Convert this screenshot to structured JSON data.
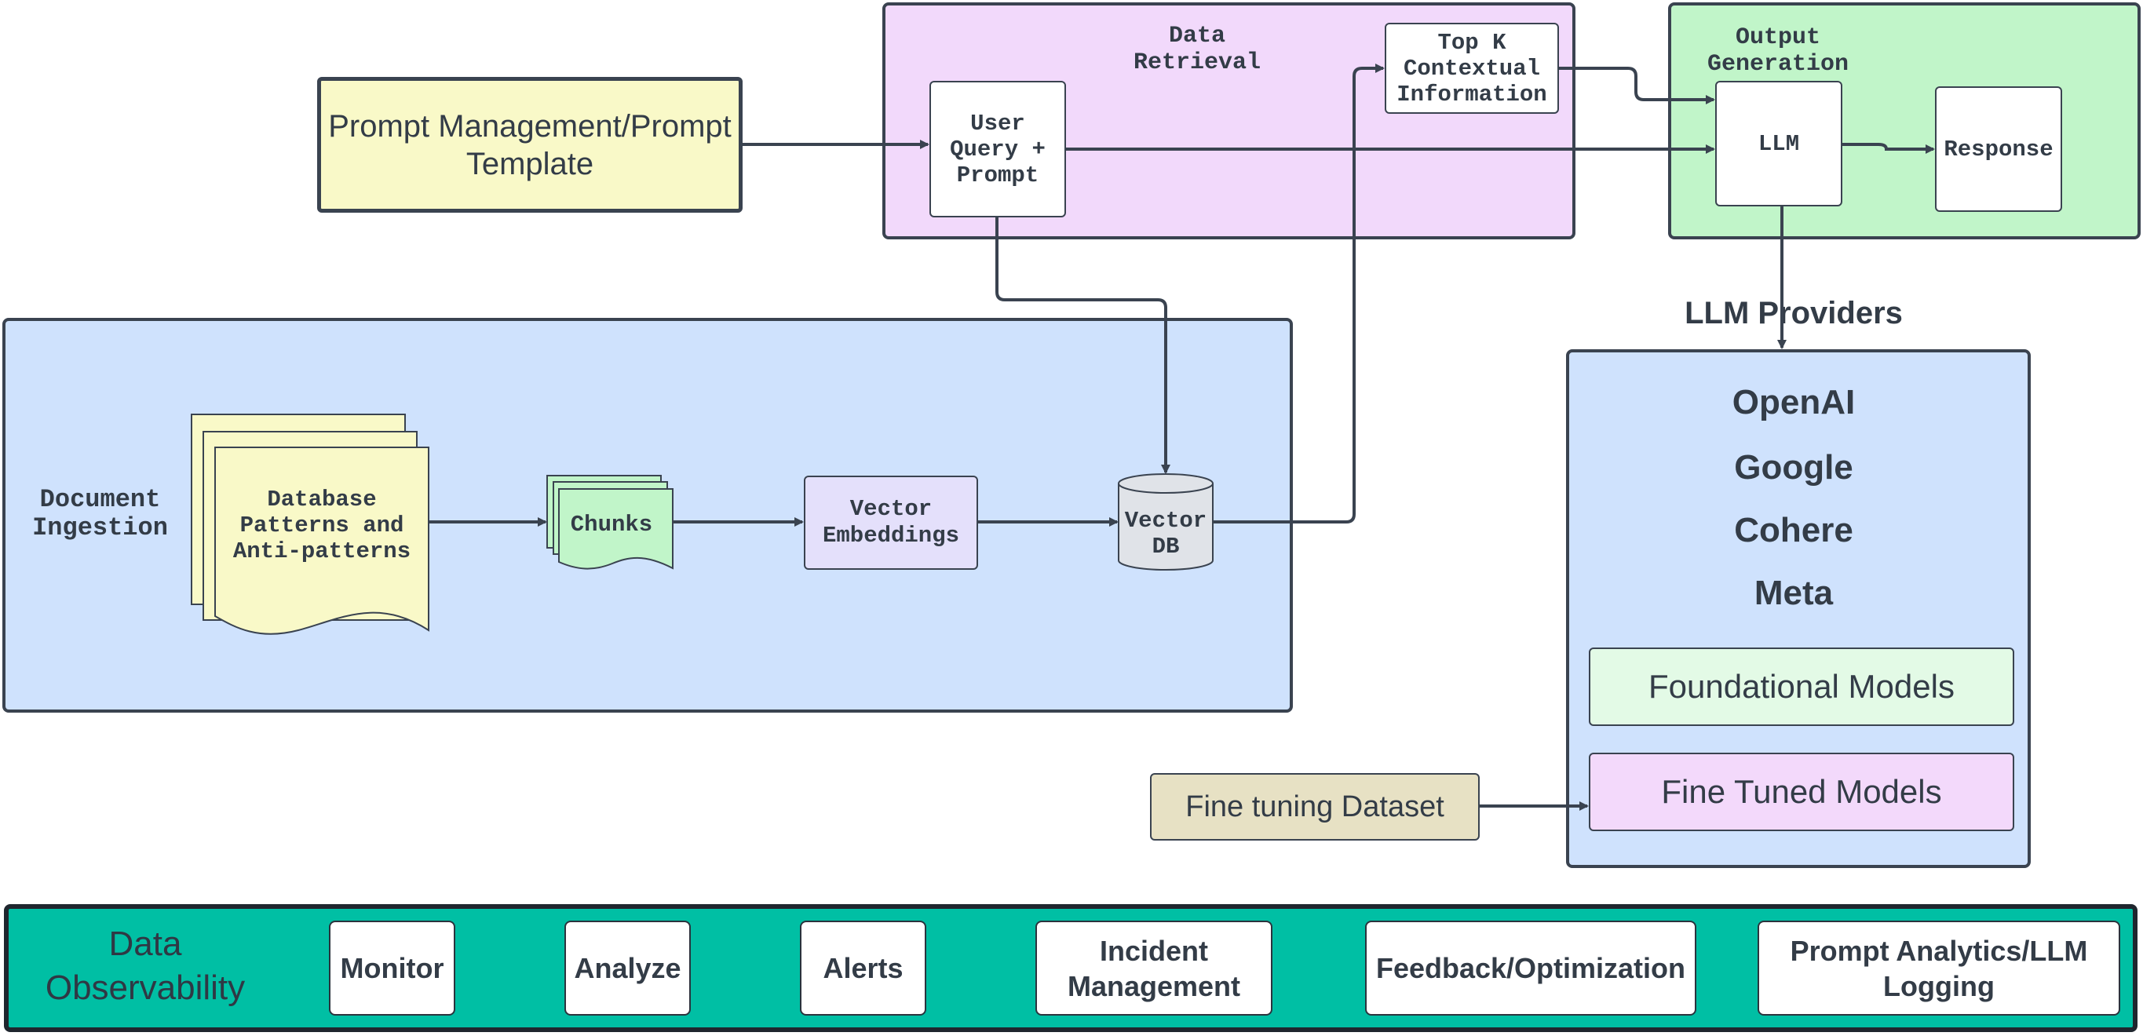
{
  "colors": {
    "data_retrieval_bg": "#f2d9fb",
    "output_generation_bg": "#c1f5c9",
    "document_ingestion_bg": "#cfe2fd",
    "llm_providers_bg": "#cfe2fd",
    "observability_bg": "#00bfa4",
    "prompt_mgmt_bg": "#f9f9c8",
    "fine_tuning_bg": "#e7e1c4",
    "foundational_bg": "#e3fae6",
    "fine_tuned_bg": "#f3d9fb",
    "chunks_bg": "#c1f5c9",
    "vector_embeddings_bg": "#e4e0fb",
    "vector_db_bg": "#e0e3e8",
    "stroke": "#3a4350"
  },
  "prompt_management": {
    "label": "Prompt Management/Prompt\nTemplate"
  },
  "data_retrieval": {
    "title": "Data\nRetrieval",
    "user_query": "User\nQuery +\nPrompt",
    "top_k": "Top K\nContextual\nInformation"
  },
  "output_generation": {
    "title": "Output\nGeneration",
    "llm": "LLM",
    "response": "Response"
  },
  "document_ingestion": {
    "title": "Document\nIngestion",
    "docs_line1": "Database",
    "docs_line2": "Patterns and",
    "docs_line3": "Anti-patterns",
    "chunks": "Chunks",
    "vector_embeddings": "Vector\nEmbeddings",
    "vector_db_line1": "Vector",
    "vector_db_line2": "DB"
  },
  "llm_providers": {
    "title": "LLM Providers",
    "providers": [
      "OpenAI",
      "Google",
      "Cohere",
      "Meta"
    ],
    "foundational_models": "Foundational Models",
    "fine_tuned_models": "Fine Tuned Models"
  },
  "fine_tuning": {
    "label": "Fine tuning Dataset"
  },
  "observability": {
    "title": "Data\nObservability",
    "items": [
      "Monitor",
      "Analyze",
      "Alerts",
      "Incident\nManagement",
      "Feedback/Optimization",
      "Prompt Analytics/LLM\nLogging"
    ]
  }
}
